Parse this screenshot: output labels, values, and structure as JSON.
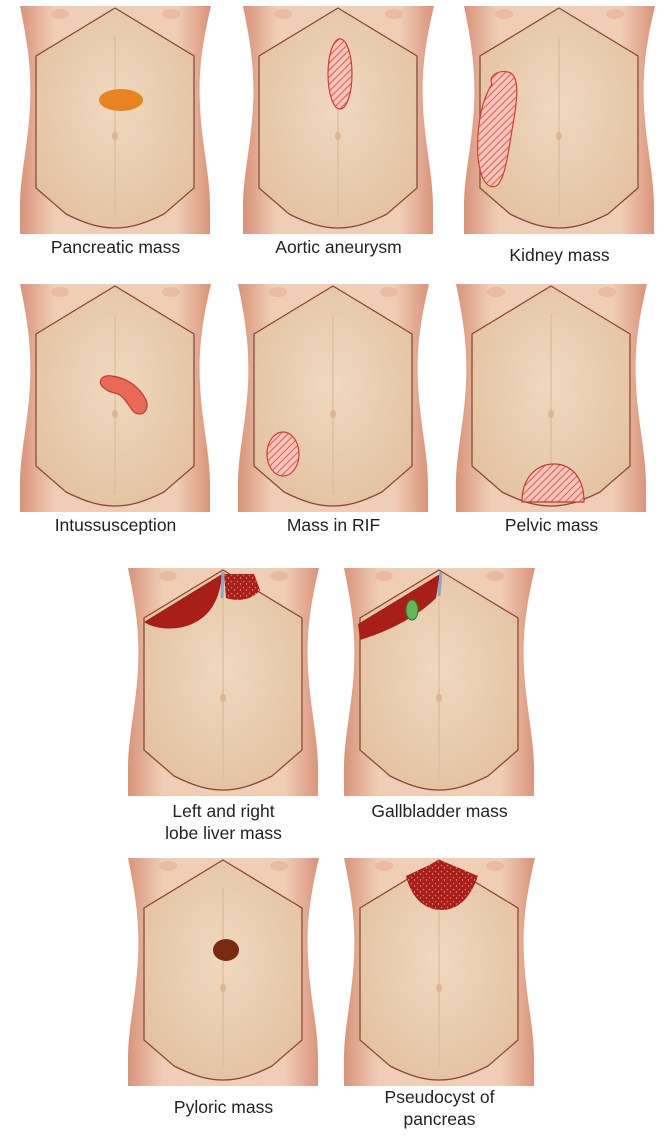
{
  "panels": [
    {
      "label": "Pancreatic mass"
    },
    {
      "label": "Aortic aneurysm"
    },
    {
      "label": "Kidney mass"
    },
    {
      "label": "Intussusception"
    },
    {
      "label": "Mass in RIF"
    },
    {
      "label": "Pelvic mass"
    },
    {
      "label": "Left and right\nlobe liver mass"
    },
    {
      "label": "Gallbladder mass"
    },
    {
      "label": "Pyloric mass"
    },
    {
      "label": "Pseudocyst of\npancreas"
    }
  ],
  "colors": {
    "skin": "#e9c9ac",
    "skin_dark": "#d99c7f",
    "abdomen_fill": "#ead4b5",
    "outline": "#8a4a35",
    "orange_mass": "#e8841f",
    "red_hatch": "#e4584b",
    "liver": "#a81f19",
    "gallbladder": "#5fb85a",
    "pylorus": "#7a2a12",
    "text": "#231f20"
  }
}
